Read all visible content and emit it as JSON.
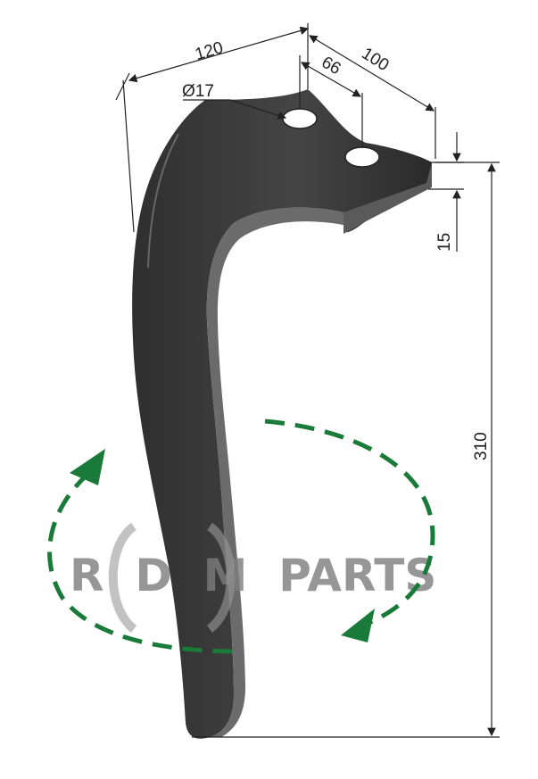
{
  "dimensions": {
    "overall_width": "120",
    "hole_diameter": "Ø17",
    "flange_width": "100",
    "hole_spacing": "66",
    "thickness": "15",
    "height": "310"
  },
  "watermark": {
    "text": "R  D  M  PARTS"
  },
  "colors": {
    "blade": "#3c3c3c",
    "blade_edge": "#6b6b6b",
    "rotation_arrow": "#1a7a3a",
    "dimension_line": "#222222",
    "watermark": "#7d7d7d"
  },
  "icons": {
    "rotation": "rotation-arrow-icon"
  }
}
